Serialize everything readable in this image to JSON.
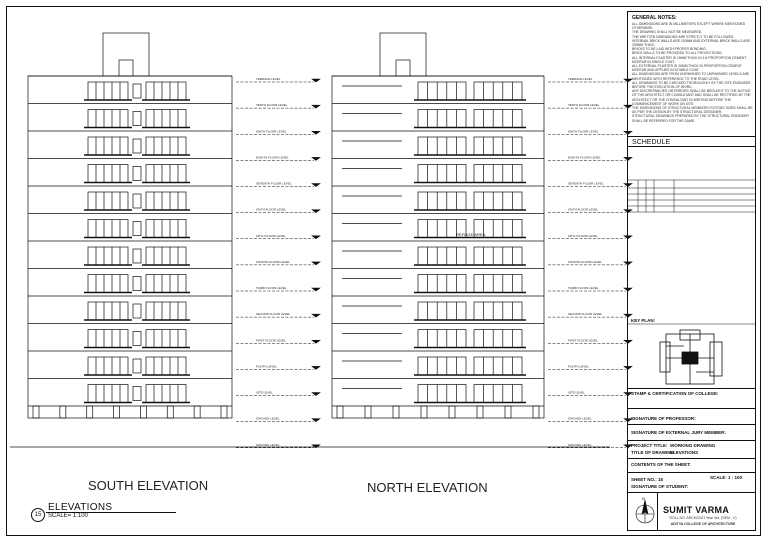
{
  "sheet": {
    "title": "ELEVATIONS",
    "scale": "SCALE= 1:100",
    "number": "15"
  },
  "south_elevation": {
    "title": "SOUTH ELEVATION"
  },
  "north_elevation": {
    "title": "NORTH ELEVATION",
    "refuge_label": "REFUGE AREA"
  },
  "level_labels": [
    "TERRACE LEVEL",
    "TENTH FLOOR LEVEL",
    "NINTH FLOOR LEVEL",
    "EIGHTH FLOOR LEVEL",
    "SEVENTH FLOOR LEVEL",
    "SIXTH FLOOR LEVEL",
    "FIFTH FLOOR LEVEL",
    "FOURTH FLOOR LEVEL",
    "THIRD FLOOR LEVEL",
    "SECOND FLOOR LEVEL",
    "FIRST FLOOR LEVEL",
    "PLINTH LEVEL",
    "SITE LEVEL",
    "GROUND LEVEL"
  ],
  "title_panel": {
    "notes_heading": "GENERAL NOTES:",
    "notes": [
      "ALL DIMENSIONS ARE IN MILLIMETERS EXCEPT WHERE MENTIONED OTHERWISE.",
      "THE DRAWING SHALL NOT BE MEASURED.",
      "THE WRITTEN DIMENSIONS ARE STRICTLY TO BE FOLLOWED.",
      "INTERNAL BRICK WALLS ARE 150MM AND EXTERNAL BRICK WALLS ARE 230MM THICK.",
      "BRICKS TO BE LAID WITH PROPER BONDING.",
      "BRICK WALLS TO BE PROVIDED TO ALL PROJECTIONS.",
      "ALL INTERNAL PLASTER IS 15MM THICK IN 1:6 PROPORTION CEMENT MORTAR IN SINGLE COAT.",
      "ALL EXTERNAL PLASTER IS 20MM THICK IN PROPORTION CEMENT MORTAR AND APPLIED IN DOUBLE COAT.",
      "ALL DIMENSIONS ARE FROM UNFINISHED TO UNFINISHED LEVELS ARE MENTIONED WITH REFERENCE TO THE ROAD LEVEL.",
      "ALL DRAWINGS TO BE CHECKED THOROUGHLY BY THE SITE ENGINEER BEFORE THE EXECUTION OF WORK.",
      "ANY DISCREPANCIES OR ERRORS SHALL BE BROUGHT TO THE NOTICE OF THE ARCHITECT OR CONSULTANT AND SHALL BE RECTIFIED BY THE ARCHITECT OR THE CONSULTANT IN WRITING BEFORE THE COMMENCEMENT OF WORK ON SITE.",
      "THE DIMENSIONS OF STRUCTURAL MEMBERS FOOTING SIZES SHALL BE AS PER THE DESIGN BY THE STRUCTURAL DESIGNER.",
      "STRUCTURAL DRAWINGS PREPARED BY THE STRUCTURAL ENGINEER SHALL BE REFERRED FOR THE SAME."
    ],
    "schedule_heading": "SCHEDULE",
    "key_plan": "KEY PLAN:",
    "stamp": "STAMP & CERTIFICATION OF COLLEGE:",
    "signature_professor": "SIGNATURE OF PROFESSOR:",
    "signature_jury": "SIGNATURE OF EXTERNAL JURY MEMBER:",
    "project_title_label": "PROJECT TITLE:",
    "project_title": "WORKING DRAWING",
    "drawing_title_label": "TITLE OF DRAWING:",
    "drawing_title": "ELEVATIONS",
    "contents_label": "CONTENTS OF THE SHEET:",
    "sheet_no_label": "SHEET NO.: 15",
    "scale_label": "SCALE: 1 : 100",
    "student_label": "SIGNATURE OF STUDENT:",
    "owner_name": "SUMIT VARMA",
    "owner_sub": "ROLL NO. ARCH/2021  Year 3rd, (SEM - V)",
    "college": "ADITYA COLLEGE OF ARCHITECTURE"
  }
}
